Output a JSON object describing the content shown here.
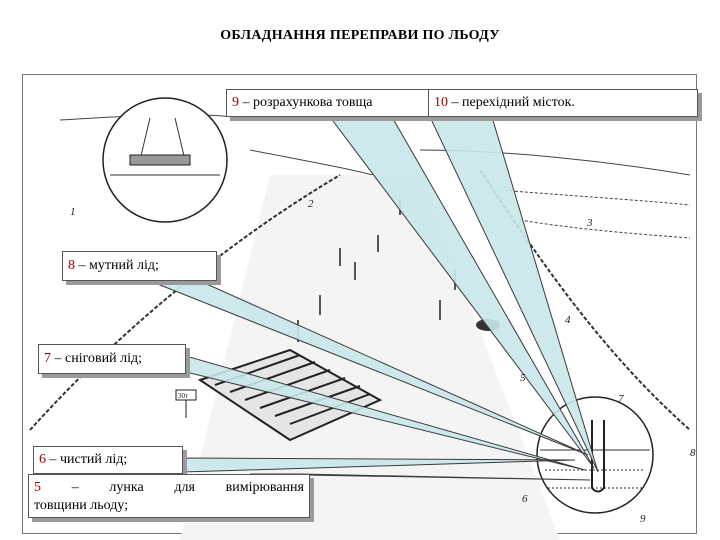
{
  "title": "ОБЛАДНАННЯ ПЕРЕПРАВИ ПО ЛЬОДУ",
  "callouts": {
    "c9": {
      "num": "9",
      "text": " – розрахункова товща"
    },
    "c10": {
      "num": "10",
      "text": " – перехідний місток."
    },
    "c8": {
      "num": "8",
      "text": " – мутний лід;"
    },
    "c7": {
      "num": "7",
      "text": " – сніговий лід;"
    },
    "c6": {
      "num": "6",
      "text": " – чистий лід;"
    },
    "c5": {
      "num": "5",
      "w1": "–",
      "w2": "лунка",
      "w3": "для",
      "w4": "вимірювання",
      "line2": "товщини льоду;"
    }
  },
  "scene_labels": [
    "1",
    "2",
    "3",
    "4",
    "5",
    "6",
    "7",
    "8",
    "9",
    "30т"
  ],
  "colors": {
    "arrow_fill": "#c9e7ea",
    "arrow_stroke": "#3a3a3a",
    "label_red": "#a60000"
  }
}
